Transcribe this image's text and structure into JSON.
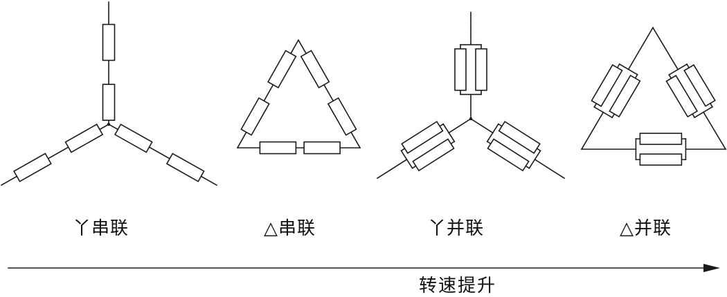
{
  "labels": [
    {
      "text": "丫串联"
    },
    {
      "text": "△串联"
    },
    {
      "text": "丫并联"
    },
    {
      "text": "△并联"
    }
  ],
  "axis": {
    "label": "转速提升"
  },
  "colors": {
    "line": "#1a1a1a",
    "background": "#ffffff"
  }
}
